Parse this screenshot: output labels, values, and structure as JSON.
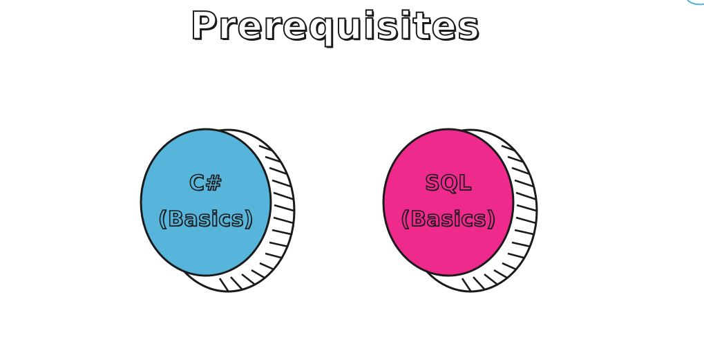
{
  "title": "Prerequisites",
  "coins": [
    {
      "line1": "C#",
      "line2": "(Basics)",
      "face_color": "#57b4db"
    },
    {
      "line1": "SQL",
      "line2": "(Basics)",
      "face_color": "#ee2a8c"
    }
  ],
  "colors": {
    "outline": "#1a1a1a",
    "background": "#ffffff"
  }
}
